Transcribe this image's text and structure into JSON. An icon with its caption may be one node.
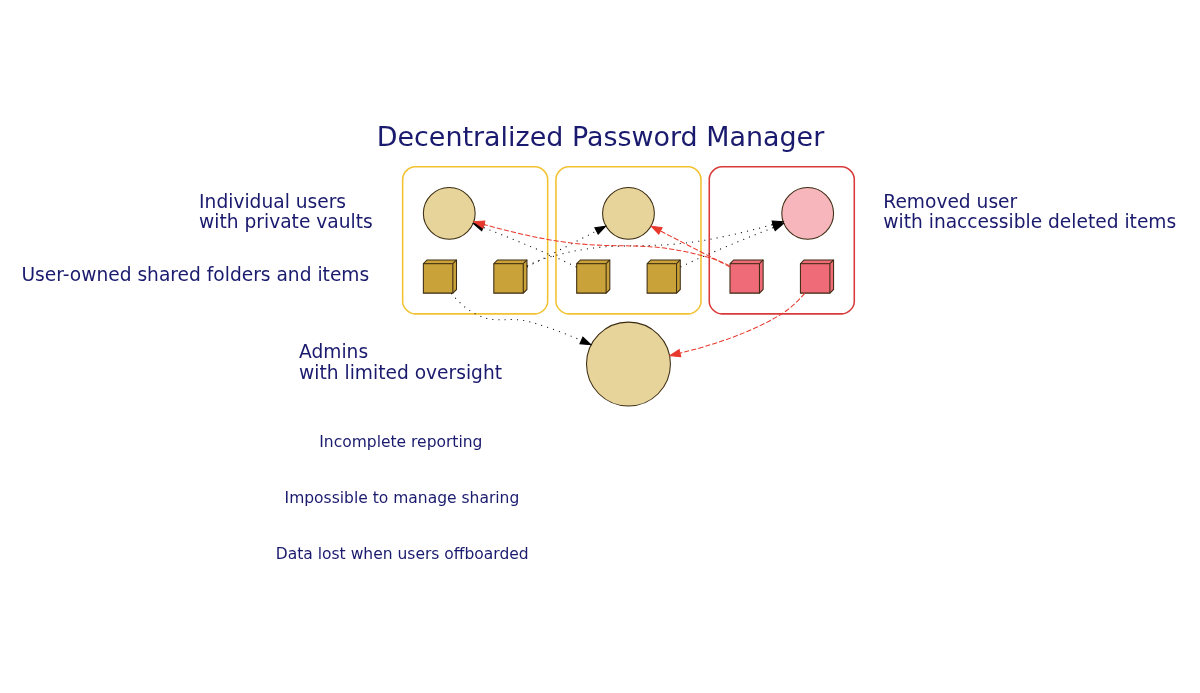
{
  "diagram": {
    "title": "Decentralized Password Manager",
    "nodes": [
      {
        "text": [],
        "shape": "box"
      },
      {
        "text": [],
        "shape": "person",
        "in": 0
      },
      {
        "text": [],
        "shape": "picture",
        "in": 0
      },
      {
        "text": [],
        "shape": "picture",
        "in": 0
      },
      {
        "text": [],
        "shape": "box"
      },
      {
        "text": [],
        "shape": "person",
        "in": 4
      },
      {
        "text": [],
        "shape": "picture",
        "in": 4
      },
      {
        "text": [],
        "shape": "picture",
        "in": 4
      },
      {
        "text": [],
        "shape": "box"
      },
      {
        "text": [],
        "shape": "person",
        "in": 8
      },
      {
        "text": [],
        "shape": "picture",
        "in": 8
      },
      {
        "text": [],
        "shape": "picture",
        "in": 8
      },
      {
        "text": [],
        "shape": "person"
      }
    ],
    "edges": [
      {
        "from": 6,
        "to": 1,
        "arrow": "to"
      },
      {
        "from": 3,
        "to": 5,
        "arrow": "to"
      },
      {
        "from": 3,
        "to": 9,
        "arrow": "to"
      },
      {
        "from": 7,
        "to": 9,
        "arrow": "to"
      },
      {
        "from": 10,
        "to": 1,
        "arrow": "to",
        "style": "dashed",
        "color": "#e8392d"
      },
      {
        "from": 10,
        "to": 5,
        "arrow": "to",
        "style": "dashed",
        "color": "#e8392d"
      },
      {
        "from": 2,
        "to": 12,
        "arrow": "to"
      },
      {
        "from": 11,
        "to": 12,
        "arrow": "to",
        "style": "dashed",
        "color": "#e8392d"
      }
    ],
    "labels": [
      "Individual users with private vaults",
      "User-owned shared folders and items",
      "Removed user with inaccessible deleted items",
      "Admins with limited oversight",
      "Incomplete reporting",
      "Impossible to manage sharing",
      "Data lost when users offboarded"
    ]
  }
}
